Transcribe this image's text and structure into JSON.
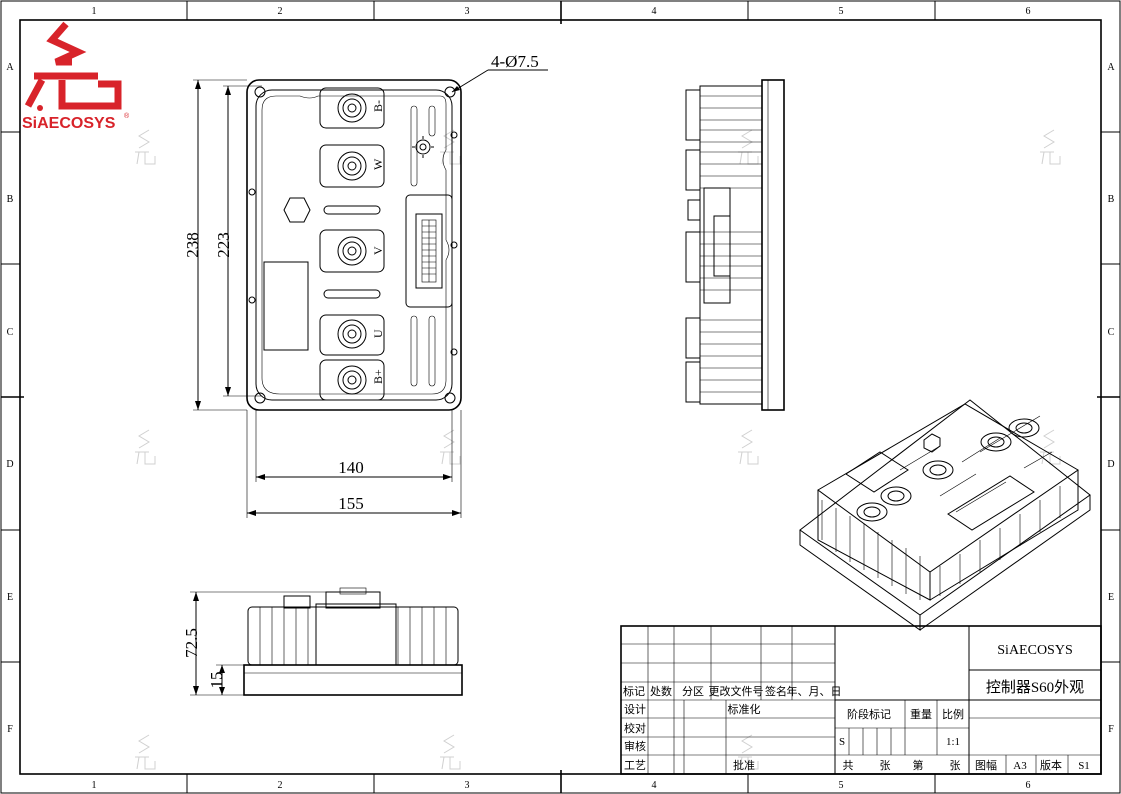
{
  "brand": {
    "name": "SiAECOSYS",
    "logo_color": "#d8232a",
    "logo_text": "SiAECOSYS"
  },
  "grid": {
    "cols": [
      "1",
      "2",
      "3",
      "4",
      "5",
      "6"
    ],
    "rows": [
      "A",
      "B",
      "C",
      "D",
      "E",
      "F"
    ]
  },
  "dims": {
    "holes": "4-Ø7.5",
    "height_outer": "238",
    "height_inner": "223",
    "width_inner": "140",
    "width_outer": "155",
    "side_height": "72.5",
    "base_height": "15"
  },
  "terminals": [
    "B-",
    "W",
    "V",
    "U",
    "B+"
  ],
  "title_block": {
    "company": "SiAECOSYS",
    "drawing_title": "控制器S60外观",
    "headers": [
      "标记",
      "处数",
      "分区",
      "更改文件号",
      "签名",
      "年、月、日"
    ],
    "roles": [
      "设计",
      "校对",
      "审核",
      "工艺"
    ],
    "standardize": "标准化",
    "approve": "批准",
    "stage_label": "阶段标记",
    "weight_label": "重量",
    "scale_label": "比例",
    "stage_value": "S",
    "scale_value": "1:1",
    "total_label": "共",
    "sheet_label": "张",
    "page_label": "第",
    "sheet_label2": "张",
    "format_label": "图幅",
    "format_value": "A3",
    "version_label": "版本",
    "version_value": "S1"
  }
}
